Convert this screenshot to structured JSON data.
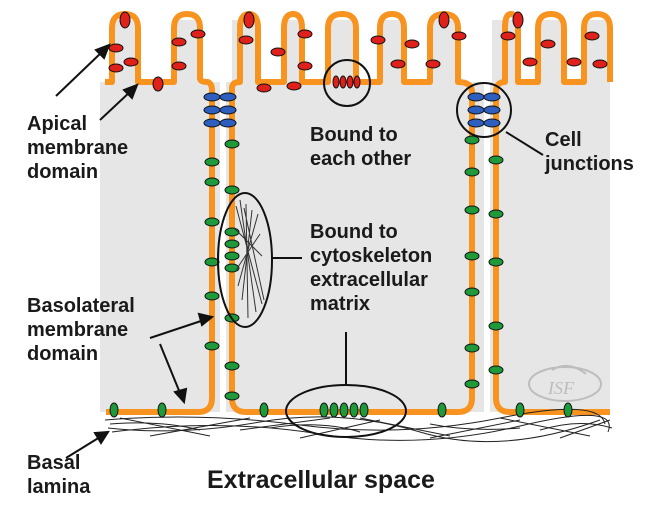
{
  "labels": {
    "apical": "Apical\nmembrane\ndomain",
    "basolateral": "Basolateral\nmembrane\ndomain",
    "basal": "Basal\nlamina",
    "bound_each_other": "Bound to\neach other",
    "bound_cytoskeleton": "Bound to\ncytoskeleton\nextracellular\nmatrix",
    "cell_junctions": "Cell\njunctions",
    "extracellular_space": "Extracellular space"
  },
  "watermark": "ISF",
  "colors": {
    "membrane": "#f7931e",
    "cytoplasm": "#e6e6e6",
    "apical_protein": "#e0201b",
    "junction_protein": "#2e5fbf",
    "basolateral_protein": "#1f9a3a",
    "text": "#1a1a1a"
  }
}
